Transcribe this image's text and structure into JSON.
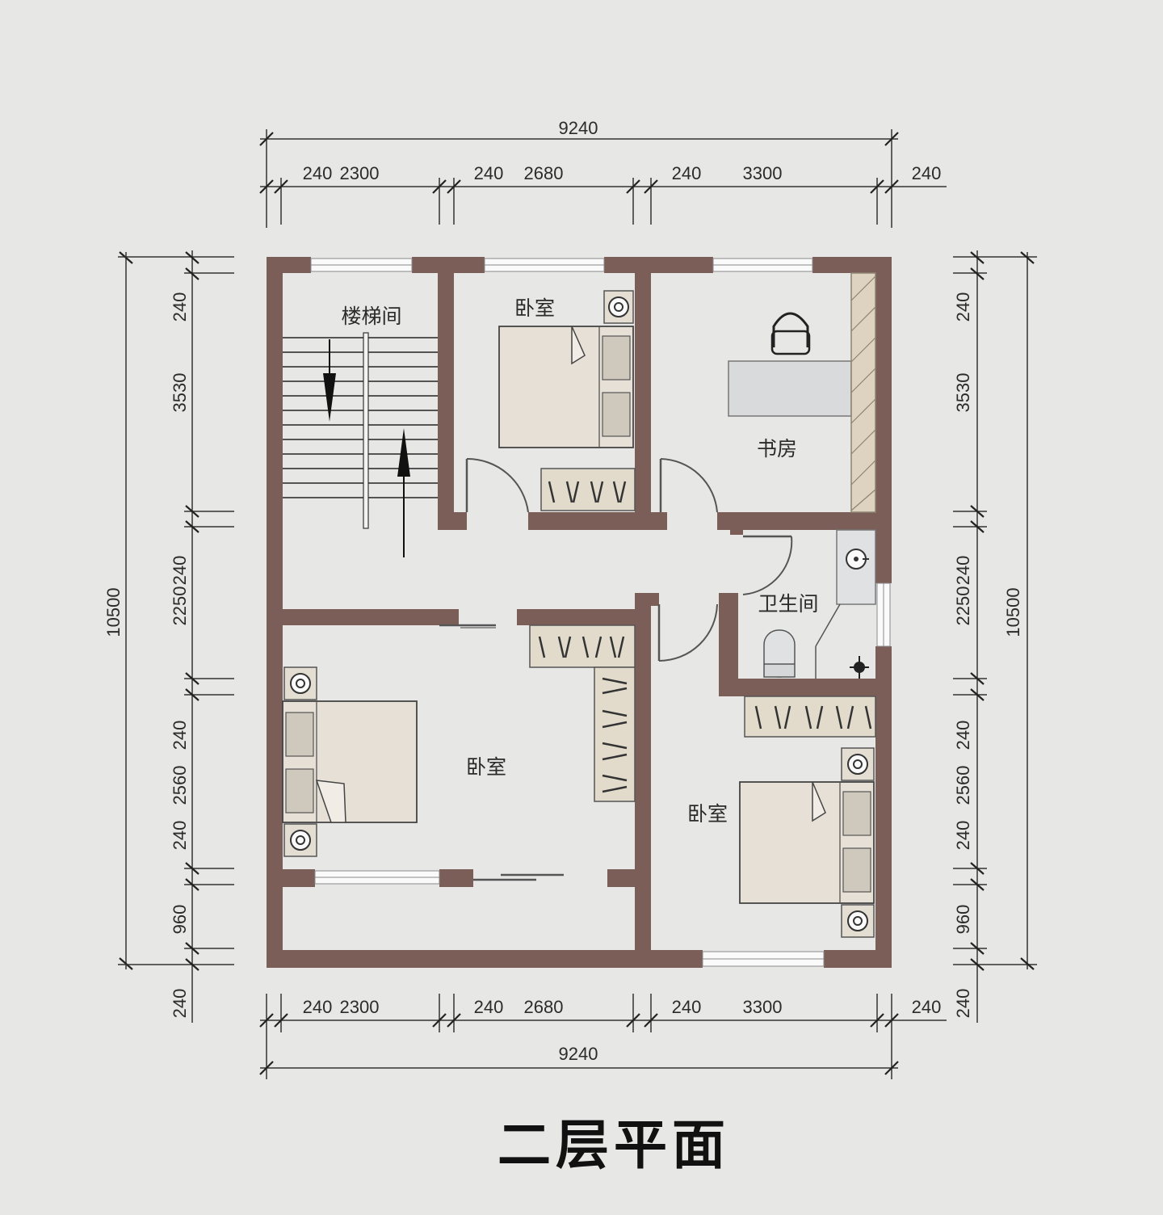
{
  "title": "二层平面",
  "rooms": {
    "stairwell": "楼梯间",
    "bedroom_top": "卧室",
    "study": "书房",
    "bathroom": "卫生间",
    "bedroom_left": "卧室",
    "bedroom_right": "卧室"
  },
  "dimensions": {
    "top_total": "9240",
    "bottom_total": "9240",
    "top_segments": [
      "240",
      "2300",
      "240",
      "2680",
      "240",
      "3300",
      "240"
    ],
    "bottom_segments": [
      "240",
      "2300",
      "240",
      "2680",
      "240",
      "3300",
      "240"
    ],
    "left_total": "10500",
    "right_total": "10500",
    "left_segments": [
      "240",
      "3530",
      "240",
      "2250",
      "240",
      "2560",
      "240",
      "960",
      "240"
    ],
    "right_segments": [
      "240",
      "3530",
      "240",
      "2250",
      "240",
      "2560",
      "240",
      "960",
      "240"
    ]
  },
  "colors": {
    "wall": "#7b5e57",
    "background": "#e7e8e6",
    "furniture": "#e3ddd2"
  }
}
